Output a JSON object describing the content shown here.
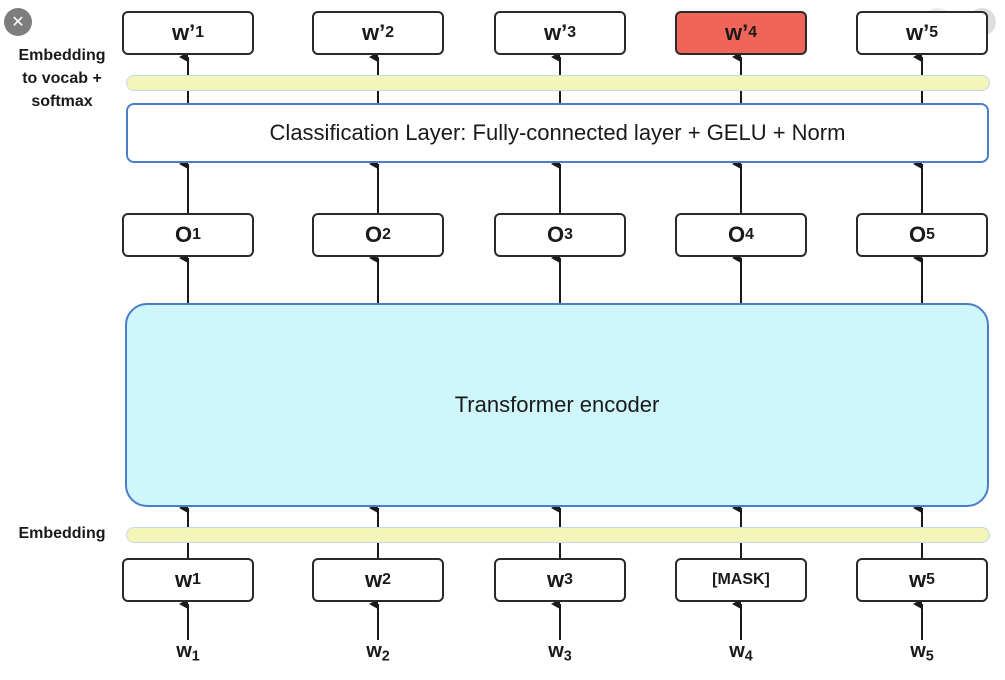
{
  "side_labels": {
    "output_line1": "Embedding",
    "output_line2": "to vocab +",
    "output_line3": "softmax",
    "input": "Embedding"
  },
  "classification_layer": "Classification Layer: Fully-connected layer + GELU + Norm",
  "encoder_label": "Transformer encoder",
  "outputs": [
    {
      "base": "w’",
      "sub": "1"
    },
    {
      "base": "w’",
      "sub": "2"
    },
    {
      "base": "w’",
      "sub": "3"
    },
    {
      "base": "w’",
      "sub": "4"
    },
    {
      "base": "w’",
      "sub": "5"
    }
  ],
  "hidden": [
    {
      "base": "O",
      "sub": "1"
    },
    {
      "base": "O",
      "sub": "2"
    },
    {
      "base": "O",
      "sub": "3"
    },
    {
      "base": "O",
      "sub": "4"
    },
    {
      "base": "O",
      "sub": "5"
    }
  ],
  "tokens": [
    {
      "base": "w",
      "sub": "1"
    },
    {
      "base": "w",
      "sub": "2"
    },
    {
      "base": "w",
      "sub": "3"
    },
    {
      "text": "[MASK]"
    },
    {
      "base": "w",
      "sub": "5"
    }
  ],
  "inputs": [
    {
      "base": "w",
      "sub": "1"
    },
    {
      "base": "w",
      "sub": "2"
    },
    {
      "base": "w",
      "sub": "3"
    },
    {
      "base": "w",
      "sub": "4"
    },
    {
      "base": "w",
      "sub": "5"
    }
  ],
  "colors": {
    "masked_prediction": "#f16558",
    "encoder_fill": "#cff6fb",
    "embedding_band": "#f3f6b8",
    "box_outline_blue": "#4a7fc8"
  },
  "viewer_controls": {
    "close": "close-icon",
    "previous": "chevron-left-icon",
    "next": "chevron-right-icon"
  }
}
